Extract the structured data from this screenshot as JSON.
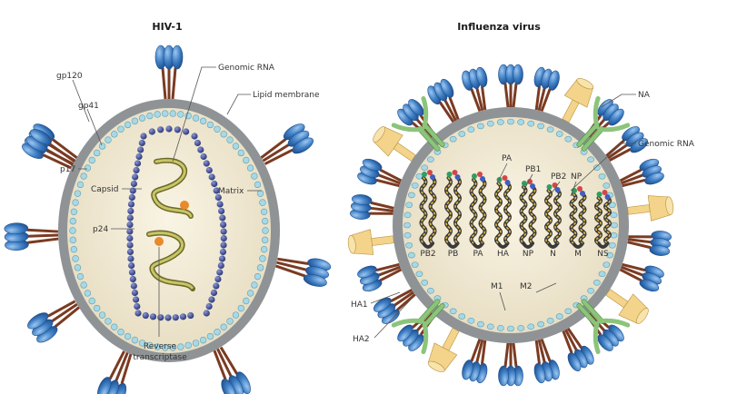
{
  "hiv": {
    "title": "HIV-1",
    "labels": {
      "genomic_rna": "Genomic RNA",
      "lipid_membrane": "Lipid membrane",
      "gp120": "gp120",
      "gp41": "gp41",
      "p17": "p17",
      "capsid": "Capsid",
      "matrix": "Matrix",
      "p24": "p24",
      "reverse_transcriptase_1": "Reverse",
      "reverse_transcriptase_2": "transcriptase"
    }
  },
  "flu": {
    "title": "Influenza virus",
    "labels": {
      "na": "NA",
      "genomic_rna": "Genomic RNA",
      "pa": "PA",
      "pb1": "PB1",
      "pb2": "PB2",
      "np": "NP",
      "m1": "M1",
      "m2": "M2",
      "ha1": "HA1",
      "ha2": "HA2"
    },
    "segments": [
      "PB2",
      "PB",
      "PA",
      "HA",
      "NP",
      "N",
      "M",
      "NS"
    ]
  },
  "colors": {
    "membrane_outer": "#8f9396",
    "interior": "#efe7cf",
    "bead": "#a8d8e6",
    "capsid_bead": "#3a4a8e",
    "spike_blue": "#3f7fc4",
    "spike_stalk": "#7a3b22",
    "ha_yellow": "#f3d48a",
    "m2_green": "#8bc47a"
  }
}
